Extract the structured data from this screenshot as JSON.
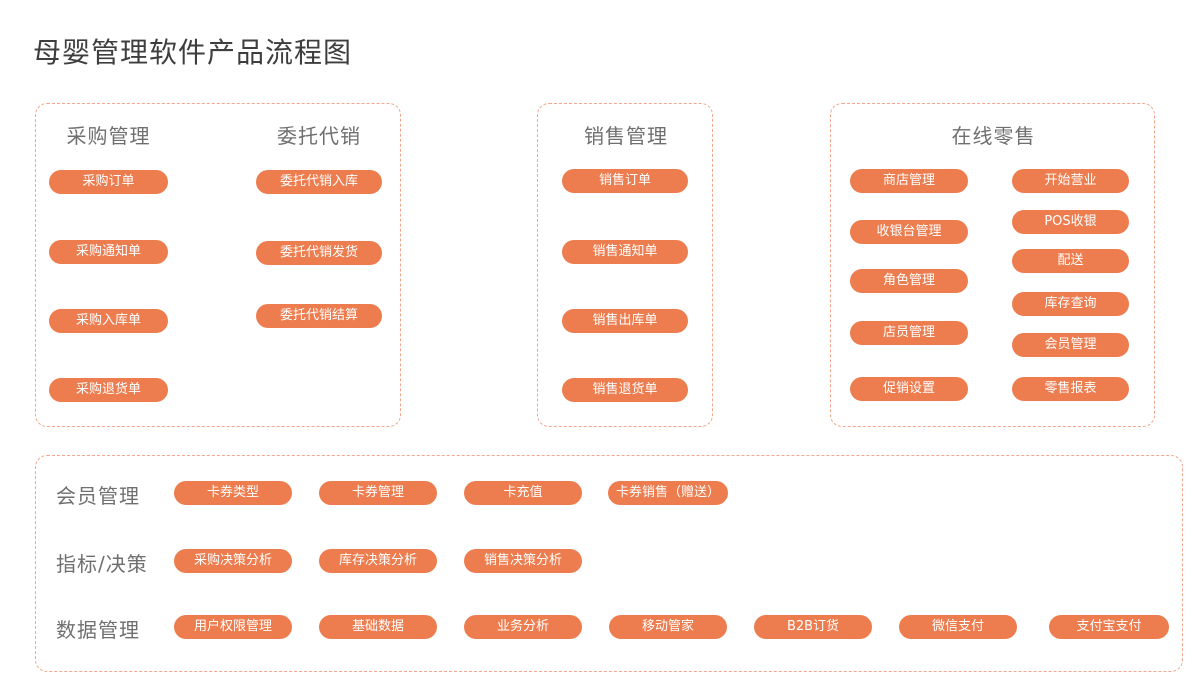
{
  "title": "母婴管理软件产品流程图",
  "colors": {
    "pill": "#ED7C4E",
    "pill_text": "#FFFFFF",
    "border": "#F2A68C",
    "heading": "#6F6F6F",
    "title": "#3E3E3E"
  },
  "groups": [
    {
      "columns": [
        {
          "heading": "采购管理",
          "pills": [
            "采购订单",
            "采购通知单",
            "采购入库单",
            "采购退货单"
          ]
        },
        {
          "heading": "委托代销",
          "pills": [
            "委托代销入库",
            "委托代销发货",
            "委托代销结算"
          ]
        }
      ]
    },
    {
      "columns": [
        {
          "heading": "销售管理",
          "pills": [
            "销售订单",
            "销售通知单",
            "销售出库单",
            "销售退货单"
          ]
        }
      ]
    },
    {
      "heading": "在线零售",
      "columns": [
        {
          "pills": [
            "商店管理",
            "收银台管理",
            "角色管理",
            "店员管理",
            "促销设置"
          ]
        },
        {
          "pills": [
            "开始营业",
            "POS收银",
            "配送",
            "库存查询",
            "会员管理",
            "零售报表"
          ]
        }
      ]
    }
  ],
  "bottom_rows": [
    {
      "label": "会员管理",
      "pills": [
        "卡券类型",
        "卡券管理",
        "卡充值",
        "卡券销售（赠送）"
      ]
    },
    {
      "label": "指标/决策",
      "pills": [
        "采购决策分析",
        "库存决策分析",
        "销售决策分析"
      ]
    },
    {
      "label": "数据管理",
      "pills": [
        "用户权限管理",
        "基础数据",
        "业务分析",
        "移动管家",
        "B2B订货",
        "微信支付",
        "支付宝支付"
      ]
    }
  ]
}
